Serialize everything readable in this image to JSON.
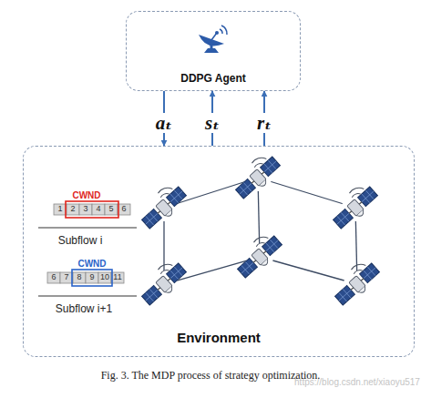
{
  "diagram": {
    "caption": "Fig. 3. The MDP process of strategy optimization.",
    "nodes": [
      {
        "text": [
          "DDPG Agent"
        ]
      },
      {
        "text": [
          "Environment"
        ]
      }
    ],
    "edges": [
      {
        "from": 0,
        "to": 1,
        "arrow": "to",
        "label": "aₜ"
      },
      {
        "from": 1,
        "to": 0,
        "arrow": "to",
        "label": "sₜ"
      },
      {
        "from": 1,
        "to": 0,
        "arrow": "to",
        "label": "rₜ"
      }
    ],
    "labels": [
      "CWND",
      "1",
      "2",
      "3",
      "4",
      "5",
      "6",
      "Subflow i",
      "CWND",
      "6",
      "7",
      "8",
      "9",
      "10",
      "11",
      "Subflow i+1",
      "https://blog.csdn.net/xiaoyu517"
    ]
  }
}
